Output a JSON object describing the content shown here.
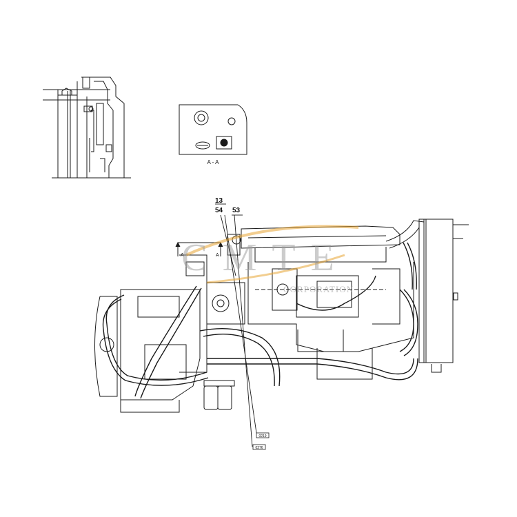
{
  "detail_section_label": "A - A",
  "section_markers": [
    "A",
    "A"
  ],
  "callouts": {
    "c13": "13",
    "c54": "54",
    "c53": "53"
  },
  "part_tags": {
    "upper": "0219",
    "lower": "0276"
  },
  "watermark": {
    "main": "CMTE",
    "sub": "CORPORATION",
    "accent_color": "#e8a634",
    "text_color": "#9a9a9a"
  },
  "colors": {
    "line": "#1a1a1a",
    "background": "#ffffff"
  }
}
